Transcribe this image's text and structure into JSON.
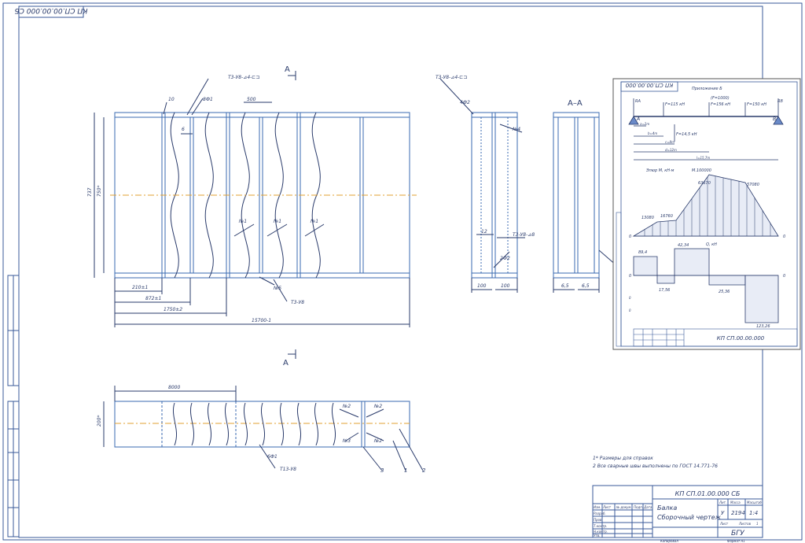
{
  "frame": {
    "mirror_code": "КП СП.00.00.000 СБ"
  },
  "main_drawing": {
    "section_marker_top": "А",
    "section_marker_bottom": "А",
    "weld_symbol_top": "Т3-У8-⊿4-⊏⊐",
    "dim_top_left": "10",
    "dim_top_mid": "8Ф1",
    "dim_top_right": "500",
    "dim_top_small": "6",
    "height_outer": "737",
    "height_inner": "750*",
    "label_n1_a": "№1",
    "label_n1_b": "№1",
    "label_n1_c": "№1",
    "label_n5": "№5",
    "weld_label_bottom": "Т3-У8",
    "dim_a": "210±1",
    "dim_b": "872±1",
    "dim_c": "1750±2",
    "dim_total": "15700-1"
  },
  "side_view": {
    "weld_symbol": "Т3-У8-⊿4-⊏⊐",
    "dim_angle": "4Ф2",
    "label_n4": "№4",
    "dim_12": "12",
    "weld_symbol_lower": "Т3-У8-⊿8",
    "dim_angle_lower": "2Ф2",
    "dim_100_left": "100",
    "dim_100_right": "100"
  },
  "section_view": {
    "title": "А–А",
    "dim_left": "6,5",
    "dim_right": "6,5"
  },
  "plan_view": {
    "dim_top": "8000",
    "height": "200*",
    "label_n2_a": "№2",
    "label_n2_b": "№2",
    "label_n3": "№3",
    "label_n2_c": "№2",
    "dim_angle": "6Ф1",
    "weld_label": "Т13-У8",
    "pos_1": "1",
    "pos_2": "2",
    "pos_3": "3"
  },
  "overlay": {
    "mirror_code": "КП СП.00.00.000",
    "appendix": "Приложение Б",
    "support_a": "А",
    "support_b": "В",
    "ra_label": "RА",
    "rb_label": "RВ",
    "force_f1": "F=115 кН",
    "force_f2": "F=156 кН",
    "force_f3": "F=150 кН",
    "force_bracket": "(F=1000)",
    "force_f4": "F=14,5 кН",
    "dim_a1": "a=2m",
    "dim_b1": "b=4m",
    "dim_c1": "c=8m",
    "dim_d": "d=12m",
    "dim_l": "l=15,7m",
    "epure_label": "Эпюр М, кН·м",
    "epure_note": "М.100000",
    "val_peak": "63670",
    "val_right": "57080",
    "val_left1": "13080",
    "val_left2": "16760",
    "val_mid": "0",
    "val_mid_right": "0",
    "axis_label_q": "Q, кН",
    "shear_q1": "89,4",
    "shear_q2": "42,34",
    "shear_q3": "17,56",
    "shear_q4": "25,36",
    "shear_q5": "123,26",
    "axis_zero_a": "0",
    "axis_zero_b": "0",
    "axis_zero_c": "0",
    "axis_zero_d": "0",
    "doc_code": "КП СП.00.00.000"
  },
  "notes": {
    "line1": "1* Размеры для справок",
    "line2": "2 Все сварные швы выполнены по ГОСТ 14.771-76"
  },
  "title_block": {
    "code": "КП СП.01.00.000 СБ",
    "name_line1": "Балка",
    "name_line2": "Сборочный чертеж",
    "col_lit": "Лит.",
    "col_mass": "Масса",
    "col_scale": "Масштаб",
    "lit_value": "У",
    "mass_value": "2194",
    "scale_value": "1:4",
    "org": "БГУ",
    "sheet_label": "Лист",
    "sheets_label": "Листов",
    "sheets_value": "1",
    "row_izm": "Изм.",
    "row_list": "Лист",
    "row_ndok": "№ докум.",
    "row_podp": "Подп.",
    "row_data": "Дата",
    "row_razrab": "Разраб.",
    "row_prov": "Пров.",
    "row_tkontr": "Т.контр.",
    "row_nkontr": "Н.контр.",
    "row_utv": "Утв.",
    "copied": "Копировал",
    "format": "Формат А1"
  }
}
